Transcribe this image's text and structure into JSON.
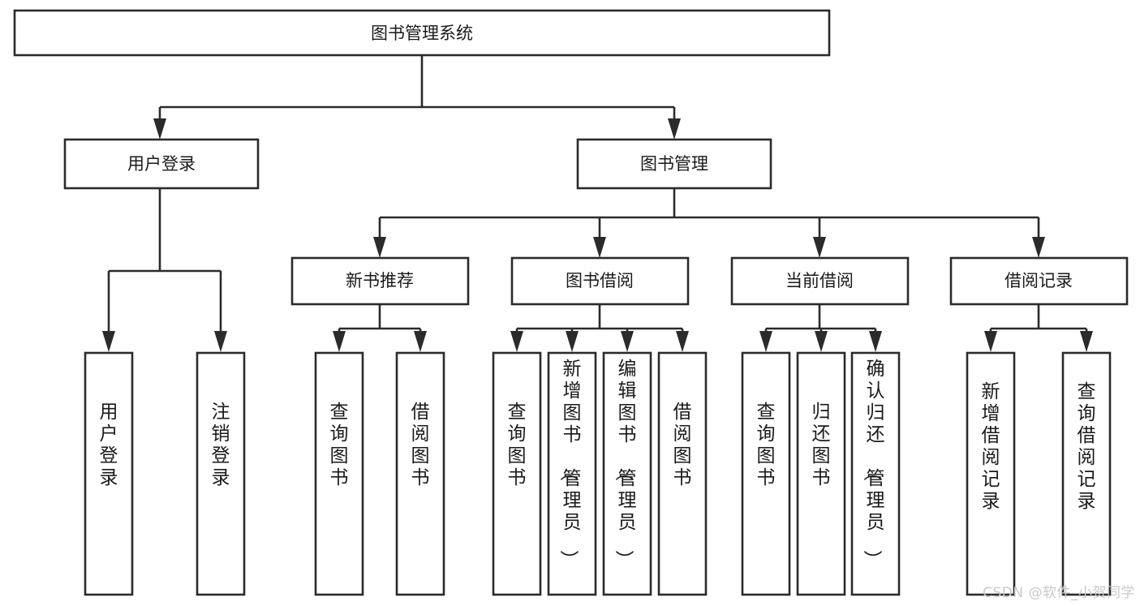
{
  "diagram": {
    "type": "tree-hierarchy-chart",
    "title": "图书管理系统",
    "watermark": "CSDN @软件_小贺同学",
    "colors": {
      "stroke": "#2b2b2b",
      "fill": "#ffffff",
      "text": "#1a1a1a",
      "watermark": "#c9c9c9"
    },
    "root": {
      "label": "图书管理系统"
    },
    "level2": [
      {
        "label": "用户登录"
      },
      {
        "label": "图书管理"
      }
    ],
    "level3": [
      {
        "label": "新书推荐"
      },
      {
        "label": "图书借阅"
      },
      {
        "label": "当前借阅"
      },
      {
        "label": "借阅记录"
      }
    ],
    "leaves": {
      "user_login": [
        {
          "label": "用户登录"
        },
        {
          "label": "注销登录"
        }
      ],
      "new_book_recommend": [
        {
          "label": "查询图书"
        },
        {
          "label": "借阅图书"
        }
      ],
      "book_borrow": [
        {
          "label": "查询图书"
        },
        {
          "label": "新增图书（管理员）"
        },
        {
          "label": "编辑图书（管理员）"
        },
        {
          "label": "借阅图书"
        }
      ],
      "current_borrow": [
        {
          "label": "查询图书"
        },
        {
          "label": "归还图书"
        },
        {
          "label": "确认归还（管理员）"
        }
      ],
      "borrow_record": [
        {
          "label": "新增借阅记录"
        },
        {
          "label": "查询借阅记录"
        }
      ]
    }
  }
}
